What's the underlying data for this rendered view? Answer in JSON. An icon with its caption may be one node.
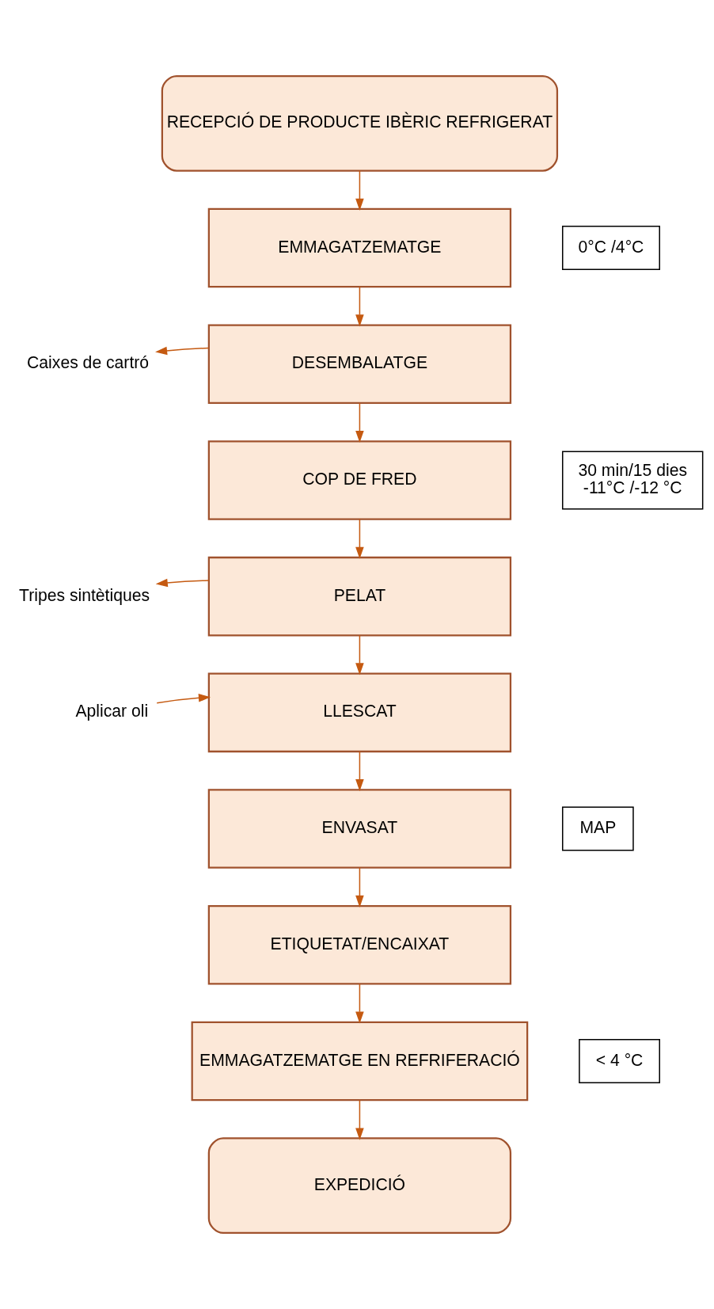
{
  "diagram": {
    "nodes": [
      {
        "text": [
          "RECEPCIÓ DE PRODUCTE IBÈRIC REFRIGERAT"
        ]
      },
      {
        "text": [
          "EMMAGATZEMATGE"
        ]
      },
      {
        "text": [
          "0°C /4°C"
        ]
      },
      {
        "text": [
          "Caixes de cartró"
        ]
      },
      {
        "text": [
          "DESEMBALATGE"
        ]
      },
      {
        "text": [
          "COP DE FRED"
        ]
      },
      {
        "text": [
          "30 min/15 dies",
          "-11°C /-12 °C"
        ]
      },
      {
        "text": [
          "Tripes sintètiques"
        ]
      },
      {
        "text": [
          "PELAT"
        ]
      },
      {
        "text": [
          "Aplicar oli"
        ]
      },
      {
        "text": [
          "LLESCAT"
        ]
      },
      {
        "text": [
          "ENVASAT"
        ]
      },
      {
        "text": [
          "MAP"
        ]
      },
      {
        "text": [
          "ETIQUETAT/ENCAIXAT"
        ]
      },
      {
        "text": [
          "EMMAGATZEMATGE EN REFRIFERACIÓ"
        ]
      },
      {
        "text": [
          "< 4 °C"
        ]
      },
      {
        "text": [
          "EXPEDICIÓ"
        ]
      }
    ],
    "edges": [
      {
        "from": 0,
        "to": 1,
        "arrow": "to"
      },
      {
        "from": 1,
        "to": 4,
        "arrow": "to"
      },
      {
        "from": 4,
        "to": 3,
        "arrow": "to"
      },
      {
        "from": 4,
        "to": 5,
        "arrow": "to"
      },
      {
        "from": 5,
        "to": 8,
        "arrow": "to"
      },
      {
        "from": 8,
        "to": 7,
        "arrow": "to"
      },
      {
        "from": 9,
        "to": 10,
        "arrow": "to"
      },
      {
        "from": 8,
        "to": 10,
        "arrow": "to"
      },
      {
        "from": 10,
        "to": 11,
        "arrow": "to"
      },
      {
        "from": 11,
        "to": 13,
        "arrow": "to"
      },
      {
        "from": 13,
        "to": 14,
        "arrow": "to"
      },
      {
        "from": 14,
        "to": 16,
        "arrow": "to"
      }
    ]
  }
}
